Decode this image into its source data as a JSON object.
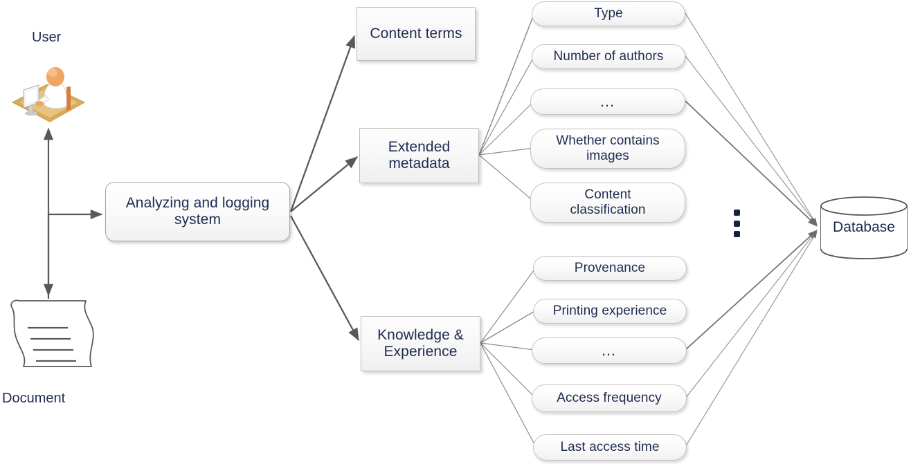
{
  "diagram": {
    "title": "Document analysis and logging architecture",
    "colors": {
      "text": "#1f2a50",
      "node_border": "#b4b4b4",
      "node_fill": "#f7f7f7",
      "arrow": "#595959",
      "thin_line": "#8c8c8c",
      "background": "#ffffff"
    },
    "actors": {
      "user": {
        "caption": "User",
        "icon": "user-at-computer-icon"
      },
      "document": {
        "caption": "Document",
        "icon": "document-page-icon"
      },
      "database": {
        "label": "Database",
        "icon": "database-cylinder-icon"
      }
    },
    "process": {
      "label": "Analyzing and logging\nsystem"
    },
    "categories": [
      {
        "id": "content-terms",
        "label": "Content terms"
      },
      {
        "id": "extended-metadata",
        "label": "Extended\nmetadata"
      },
      {
        "id": "knowledge-experience",
        "label": "Knowledge &\nExperience"
      }
    ],
    "extended_metadata_attributes": [
      {
        "id": "type",
        "label": "Type",
        "lines": 1
      },
      {
        "id": "number-of-authors",
        "label": "Number of authors",
        "lines": 1
      },
      {
        "id": "metadata-ellipsis",
        "label": "…",
        "lines": 1
      },
      {
        "id": "whether-contains-images",
        "label": "Whether contains\nimages",
        "lines": 2
      },
      {
        "id": "content-classification",
        "label": "Content\nclassification",
        "lines": 2
      }
    ],
    "knowledge_experience_attributes": [
      {
        "id": "provenance",
        "label": "Provenance",
        "lines": 1
      },
      {
        "id": "printing-experience",
        "label": "Printing experience",
        "lines": 1
      },
      {
        "id": "knowledge-ellipsis",
        "label": "…",
        "lines": 1
      },
      {
        "id": "access-frequency",
        "label": "Access frequency",
        "lines": 1
      },
      {
        "id": "last-access-time",
        "label": "Last access time",
        "lines": 1
      }
    ],
    "more_indicator": {
      "label": "⋮",
      "description": "vertical-ellipsis"
    }
  }
}
